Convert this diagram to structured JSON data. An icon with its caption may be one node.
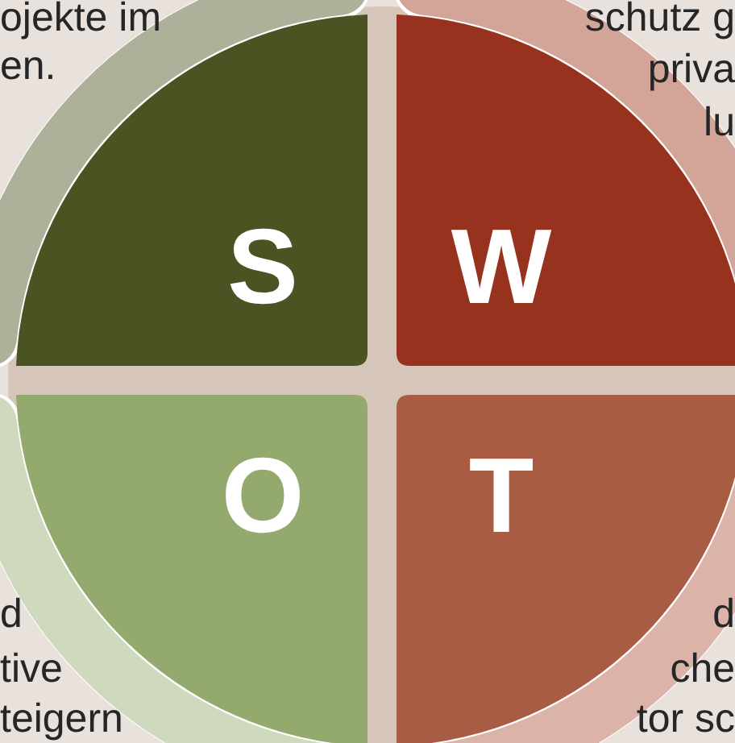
{
  "diagram": {
    "nodes": [
      {
        "text": [
          "S"
        ]
      },
      {
        "text": [
          "W"
        ]
      },
      {
        "text": [
          "O"
        ]
      },
      {
        "text": [
          "T"
        ]
      }
    ],
    "labels": [
      "ojekte im",
      "en.",
      "schutz g",
      "priva",
      "lu",
      "d",
      "tive",
      "teigern",
      "d",
      "che",
      "tor sc"
    ]
  }
}
